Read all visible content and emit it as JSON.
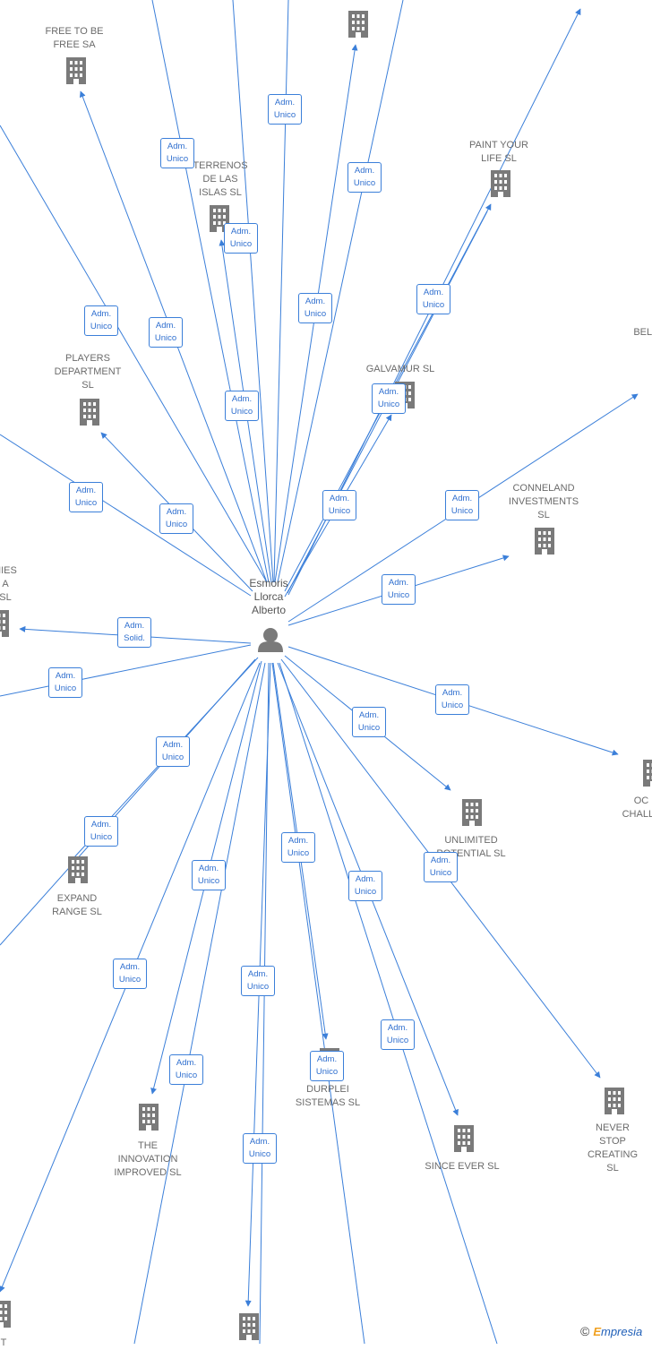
{
  "center": {
    "name": "Esmoris\nLlorca\nAlberto"
  },
  "role_labels": {
    "adm_unico": "Adm.\nUnico",
    "adm_solid": "Adm.\nSolid."
  },
  "companies": [
    {
      "id": "free-to-be-free",
      "label": "FREE TO BE\nFREE SA"
    },
    {
      "id": "terrenos-de-las-islas",
      "label": "TERRENOS\nDE LAS\nISLAS SL"
    },
    {
      "id": "paint-your-life",
      "label": "PAINT YOUR\nLIFE SL"
    },
    {
      "id": "players-department",
      "label": "PLAYERS\nDEPARTMENT\nSL"
    },
    {
      "id": "galvamur",
      "label": "GALVAMUR SL"
    },
    {
      "id": "conneland-investments",
      "label": "CONNELAND\nINVESTMENTS\nSL"
    },
    {
      "id": "partial-companies",
      "label": "NIES\nA\n SL"
    },
    {
      "id": "partial-belo",
      "label": "BELO"
    },
    {
      "id": "partial-oc-challe",
      "label": "OC\nCHALLE"
    },
    {
      "id": "unlimited-potential",
      "label": "UNLIMITED\nPOTENTIAL SL"
    },
    {
      "id": "expand-range",
      "label": "EXPAND\nRANGE SL"
    },
    {
      "id": "durplei-sistemas",
      "label": "DURPLEI\nSISTEMAS SL"
    },
    {
      "id": "never-stop-creating",
      "label": "NEVER STOP\nCREATING SL"
    },
    {
      "id": "since-ever",
      "label": "SINCE EVER SL"
    },
    {
      "id": "the-innovation-improved",
      "label": "THE\nINNOVATION\nIMPROVED SL"
    },
    {
      "id": "partial-bottom-left",
      "label": "T"
    },
    {
      "id": "bottom-center",
      "label": ""
    },
    {
      "id": "top-center",
      "label": ""
    }
  ],
  "brand": {
    "copyright": "©",
    "first_letter": "E",
    "rest": "mpresia"
  }
}
